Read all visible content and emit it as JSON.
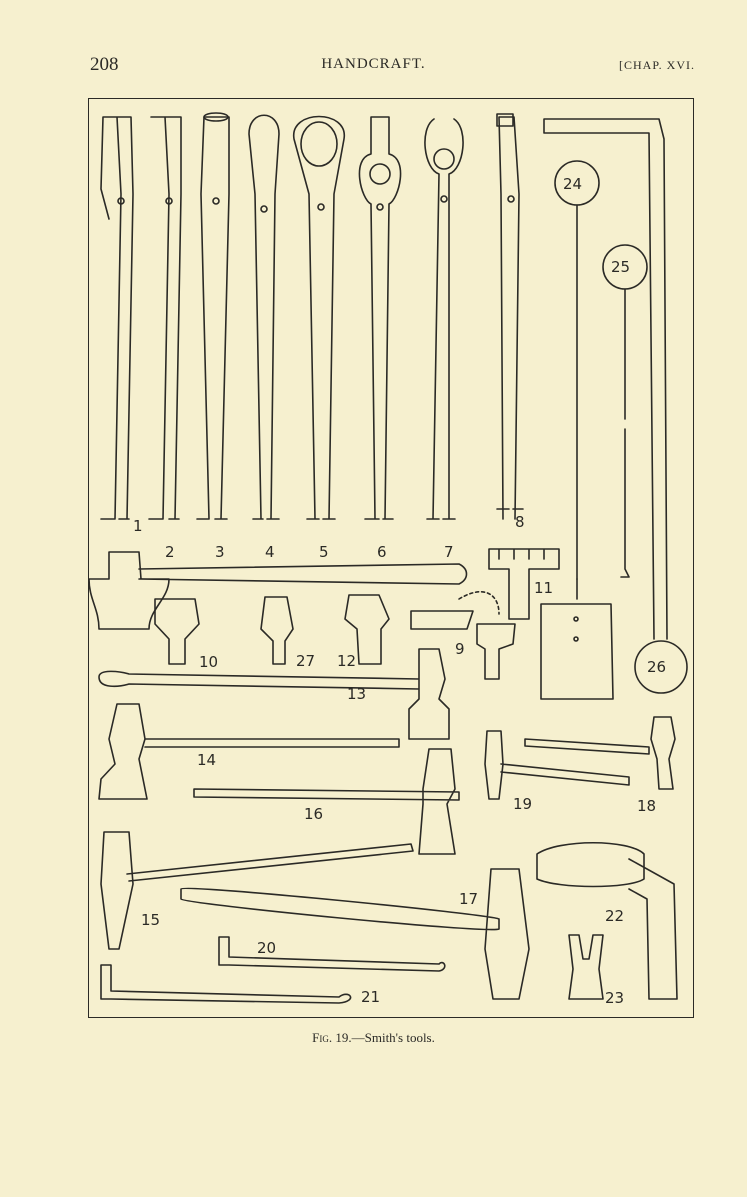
{
  "header": {
    "page_number": "208",
    "running_title": "HANDCRAFT.",
    "chapter": "[CHAP. XVI."
  },
  "figure": {
    "caption_fig": "Fig. 19.",
    "caption_sep": "—",
    "caption_text": "Smith's tools.",
    "labels": [
      "1",
      "2",
      "3",
      "4",
      "5",
      "6",
      "7",
      "8",
      "9",
      "10",
      "11",
      "12",
      "13",
      "14",
      "15",
      "16",
      "17",
      "18",
      "19",
      "20",
      "21",
      "22",
      "23",
      "24",
      "25",
      "26",
      "27"
    ]
  },
  "colors": {
    "paper": "#f6f0cf",
    "ink": "#2b2a26"
  }
}
